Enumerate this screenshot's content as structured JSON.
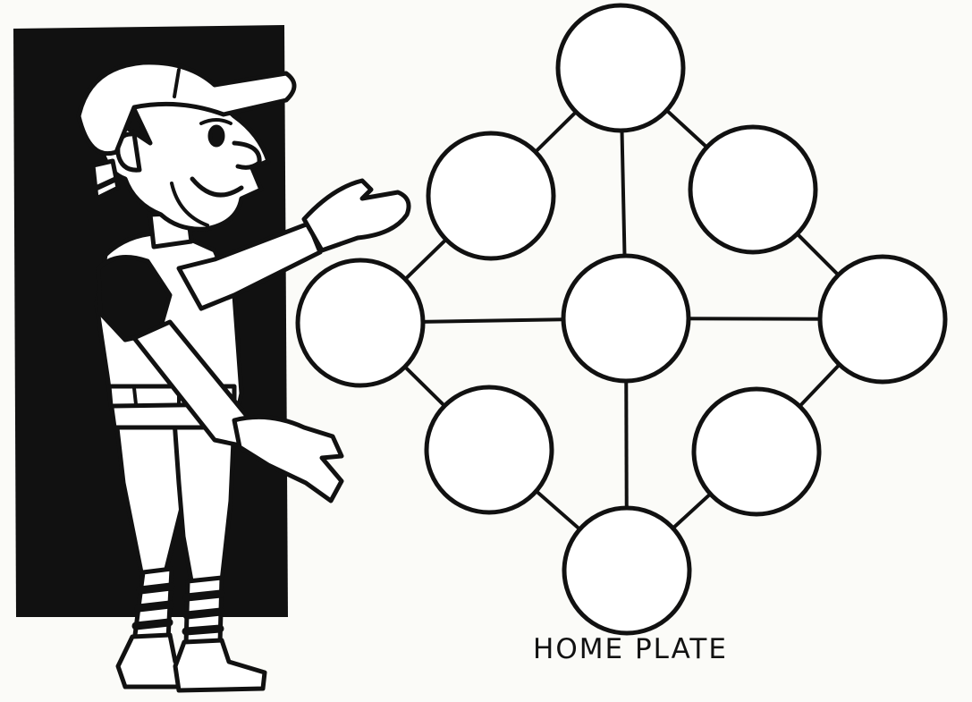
{
  "diagram": {
    "caption": "HOME PLATE",
    "colors": {
      "ink": "#111111",
      "paper": "#fbfbf8",
      "circle_fill": "#ffffff"
    },
    "illustration": "cartoon-baseball-player",
    "nodes": [
      {
        "id": "top"
      },
      {
        "id": "upper-left"
      },
      {
        "id": "upper-right"
      },
      {
        "id": "left"
      },
      {
        "id": "center"
      },
      {
        "id": "right"
      },
      {
        "id": "lower-left"
      },
      {
        "id": "lower-right"
      },
      {
        "id": "home-plate"
      }
    ],
    "edges": [
      [
        "top",
        "upper-left"
      ],
      [
        "top",
        "upper-right"
      ],
      [
        "top",
        "center"
      ],
      [
        "upper-left",
        "left"
      ],
      [
        "upper-right",
        "right"
      ],
      [
        "left",
        "center"
      ],
      [
        "center",
        "right"
      ],
      [
        "left",
        "lower-left"
      ],
      [
        "right",
        "lower-right"
      ],
      [
        "center",
        "home-plate"
      ],
      [
        "lower-left",
        "home-plate"
      ],
      [
        "lower-right",
        "home-plate"
      ]
    ]
  }
}
